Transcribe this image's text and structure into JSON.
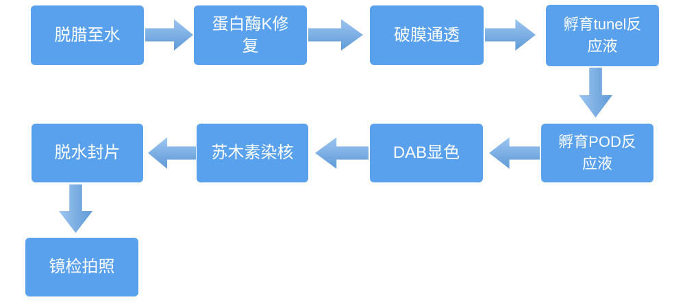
{
  "diagram": {
    "type": "flowchart",
    "colors": {
      "background": "#FFFFFF",
      "node_fill": "#59A1EC",
      "node_text": "#FFFFFF",
      "arrow_light": "#9CC5F1",
      "arrow_dark": "#5E9AD6"
    },
    "nodes": [
      {
        "label": "脱腊至水"
      },
      {
        "label": "蛋白酶K修复"
      },
      {
        "label": "破膜通透"
      },
      {
        "label": "孵育tunel反应液"
      },
      {
        "label": "孵育POD反应液"
      },
      {
        "label": "DAB显色"
      },
      {
        "label": "苏木素染核"
      },
      {
        "label": "脱水封片"
      },
      {
        "label": "镜检拍照"
      }
    ],
    "edges": [
      {
        "from": "脱腊至水",
        "to": "蛋白酶K修复",
        "direction": "right"
      },
      {
        "from": "蛋白酶K修复",
        "to": "破膜通透",
        "direction": "right"
      },
      {
        "from": "破膜通透",
        "to": "孵育tunel反应液",
        "direction": "right"
      },
      {
        "from": "孵育tunel反应液",
        "to": "孵育POD反应液",
        "direction": "down"
      },
      {
        "from": "孵育POD反应液",
        "to": "DAB显色",
        "direction": "left"
      },
      {
        "from": "DAB显色",
        "to": "苏木素染核",
        "direction": "left"
      },
      {
        "from": "苏木素染核",
        "to": "脱水封片",
        "direction": "left"
      },
      {
        "from": "脱水封片",
        "to": "镜检拍照",
        "direction": "down"
      }
    ]
  }
}
